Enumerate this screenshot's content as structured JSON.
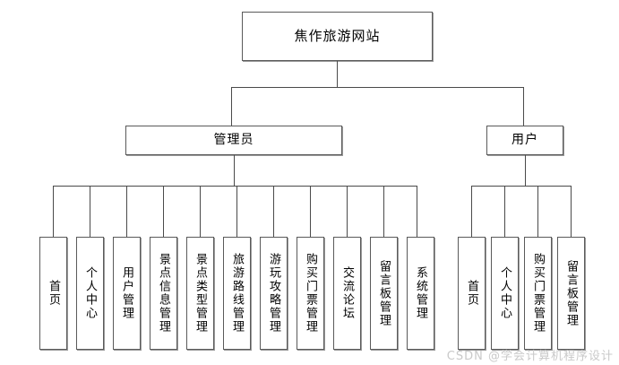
{
  "diagram": {
    "title": "焦作旅游网站",
    "root": {
      "label": "焦作旅游网站"
    },
    "branches": [
      {
        "key": "admin",
        "label": "管理员",
        "leaves": [
          {
            "label": "首页"
          },
          {
            "label": "个人中心"
          },
          {
            "label": "用户管理"
          },
          {
            "label": "景点信息管理"
          },
          {
            "label": "景点类型管理"
          },
          {
            "label": "旅游路线管理"
          },
          {
            "label": "游玩攻略管理"
          },
          {
            "label": "购买门票管理"
          },
          {
            "label": "交流论坛"
          },
          {
            "label": "留言板管理"
          },
          {
            "label": "系统管理"
          }
        ]
      },
      {
        "key": "user",
        "label": "用户",
        "leaves": [
          {
            "label": "首页"
          },
          {
            "label": "个人中心"
          },
          {
            "label": "购买门票管理"
          },
          {
            "label": "留言板管理"
          }
        ]
      }
    ],
    "watermark": "CSDN @学会计算机程序设计",
    "colors": {
      "line": "#4a4a4a",
      "box_border": "#5a5a5a",
      "box_fill": "#ffffff",
      "text": "#000000",
      "watermark": "#c9c9c9",
      "background": "#ffffff"
    }
  }
}
